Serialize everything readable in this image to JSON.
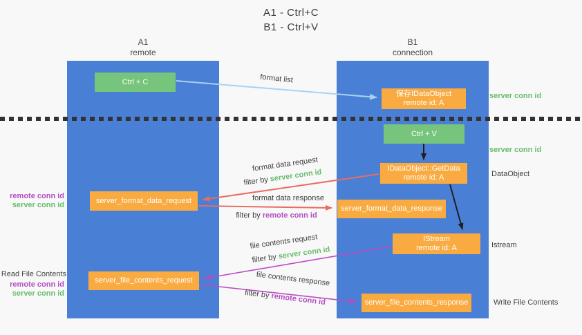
{
  "title": {
    "line1": "A1 - Ctrl+C",
    "line2": "B1 - Ctrl+V"
  },
  "lanes": {
    "a1": {
      "title": "A1",
      "subtitle": "remote"
    },
    "b1": {
      "title": "B1",
      "subtitle": "connection"
    }
  },
  "nodes": {
    "ctrl_c": {
      "label": "Ctrl + C"
    },
    "ctrl_v": {
      "label": "Ctrl + V"
    },
    "save_dataobject": {
      "line1": "保存IDataObject",
      "line2": "remote id: A"
    },
    "getdata": {
      "line1": "IDataObject::GetData",
      "line2": "remote id: A"
    },
    "istream": {
      "line1": "IStream",
      "line2": "remote id: A"
    },
    "format_request": {
      "label": "server_format_data_request"
    },
    "format_response": {
      "label": "server_format_data_response"
    },
    "file_request": {
      "label": "server_file_contents_request"
    },
    "file_response": {
      "label": "server_file_contents_response"
    }
  },
  "arrow_labels": {
    "format_list": "format list",
    "format_data_request": "format data request",
    "format_data_response": "format data response",
    "file_contents_request": "file contents request",
    "file_contents_response": "file contents response",
    "filter_by": "filter by ",
    "server_conn_id": "server conn id",
    "remote_conn_id": "remote conn id"
  },
  "side_labels": {
    "right_server_conn_id_top": "server conn id",
    "right_server_conn_id_mid": "server conn id",
    "dataobject": "DataObject",
    "istream": "Istream",
    "write_file_contents": "Write File Contents",
    "read_file_contents": "Read File Contents",
    "left_remote_conn_id_1": "remote conn id",
    "left_server_conn_id_1": "server conn id",
    "left_remote_conn_id_2": "remote conn id",
    "left_server_conn_id_2": "server conn id"
  },
  "colors": {
    "lane_blue": "#4a7fd6",
    "box_orange": "#f9ab41",
    "box_green": "#77c57c",
    "arrow_lightblue": "#a6d3f2",
    "arrow_red": "#e96c60",
    "arrow_magenta": "#bb4cc4",
    "arrow_black": "#1f1f1f",
    "text_green": "#68bd6c",
    "text_purple": "#b24fc0",
    "text_dark": "#3f3f3f",
    "background": "#f8f8f8"
  }
}
